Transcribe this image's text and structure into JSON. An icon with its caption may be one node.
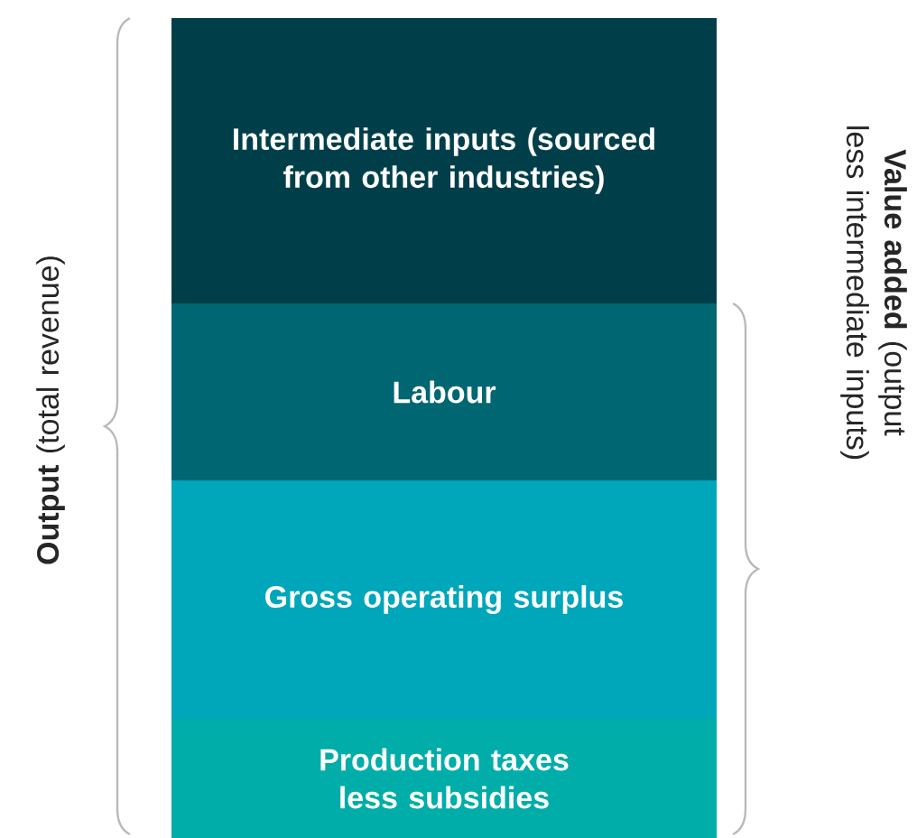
{
  "diagram": {
    "nodes": [
      {
        "text": [
          "Intermediate inputs (sourced from other industries)"
        ]
      },
      {
        "text": [
          "Labour"
        ]
      },
      {
        "text": [
          "Gross operating surplus"
        ]
      },
      {
        "text": [
          "Production taxes less subsidies"
        ]
      }
    ],
    "labels": [
      "**Output** (total revenue)",
      "**Value added** (output less intermediate inputs)"
    ]
  }
}
